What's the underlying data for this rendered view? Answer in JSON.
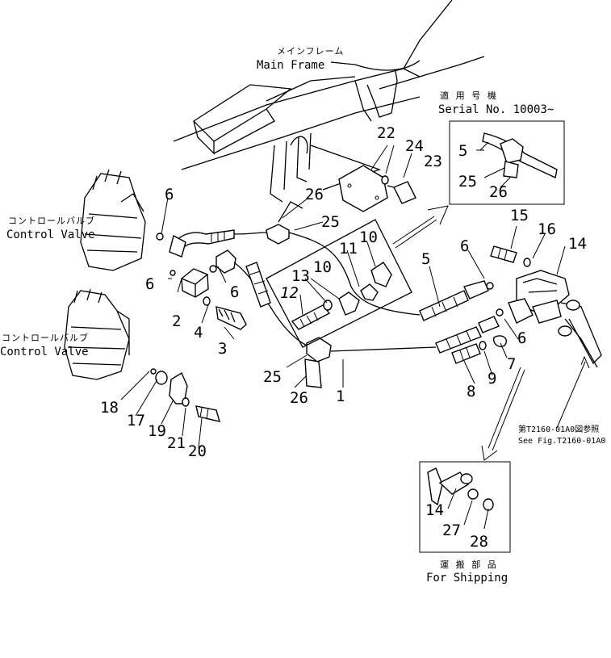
{
  "annotations": {
    "main_frame_jp": "メインフレーム",
    "main_frame_en": "Main  Frame",
    "serial_jp": "適 用 号 機",
    "serial_en": "Serial  No. 10003~",
    "control_valve_1_jp": "コントロールバルブ",
    "control_valve_1_en": "Control  Valve",
    "control_valve_2_jp": "コントロールバルブ",
    "control_valve_2_en": "Control  Valve",
    "see_fig_jp": "第T2160-01A0図参照",
    "see_fig_en": "See Fig.T2160-01A0",
    "shipping_jp": "運 搬 部 品",
    "shipping_en": "For  Shipping"
  },
  "part_numbers": [
    "22",
    "24",
    "23",
    "26",
    "25",
    "6",
    "6",
    "6",
    "6",
    "2",
    "4",
    "3",
    "13",
    "10",
    "11",
    "10",
    "12",
    "5",
    "6",
    "15",
    "16",
    "14",
    "6",
    "7",
    "9",
    "8",
    "25",
    "26",
    "1",
    "18",
    "17",
    "19",
    "21",
    "20",
    "5",
    "25",
    "26",
    "14",
    "27",
    "28"
  ]
}
